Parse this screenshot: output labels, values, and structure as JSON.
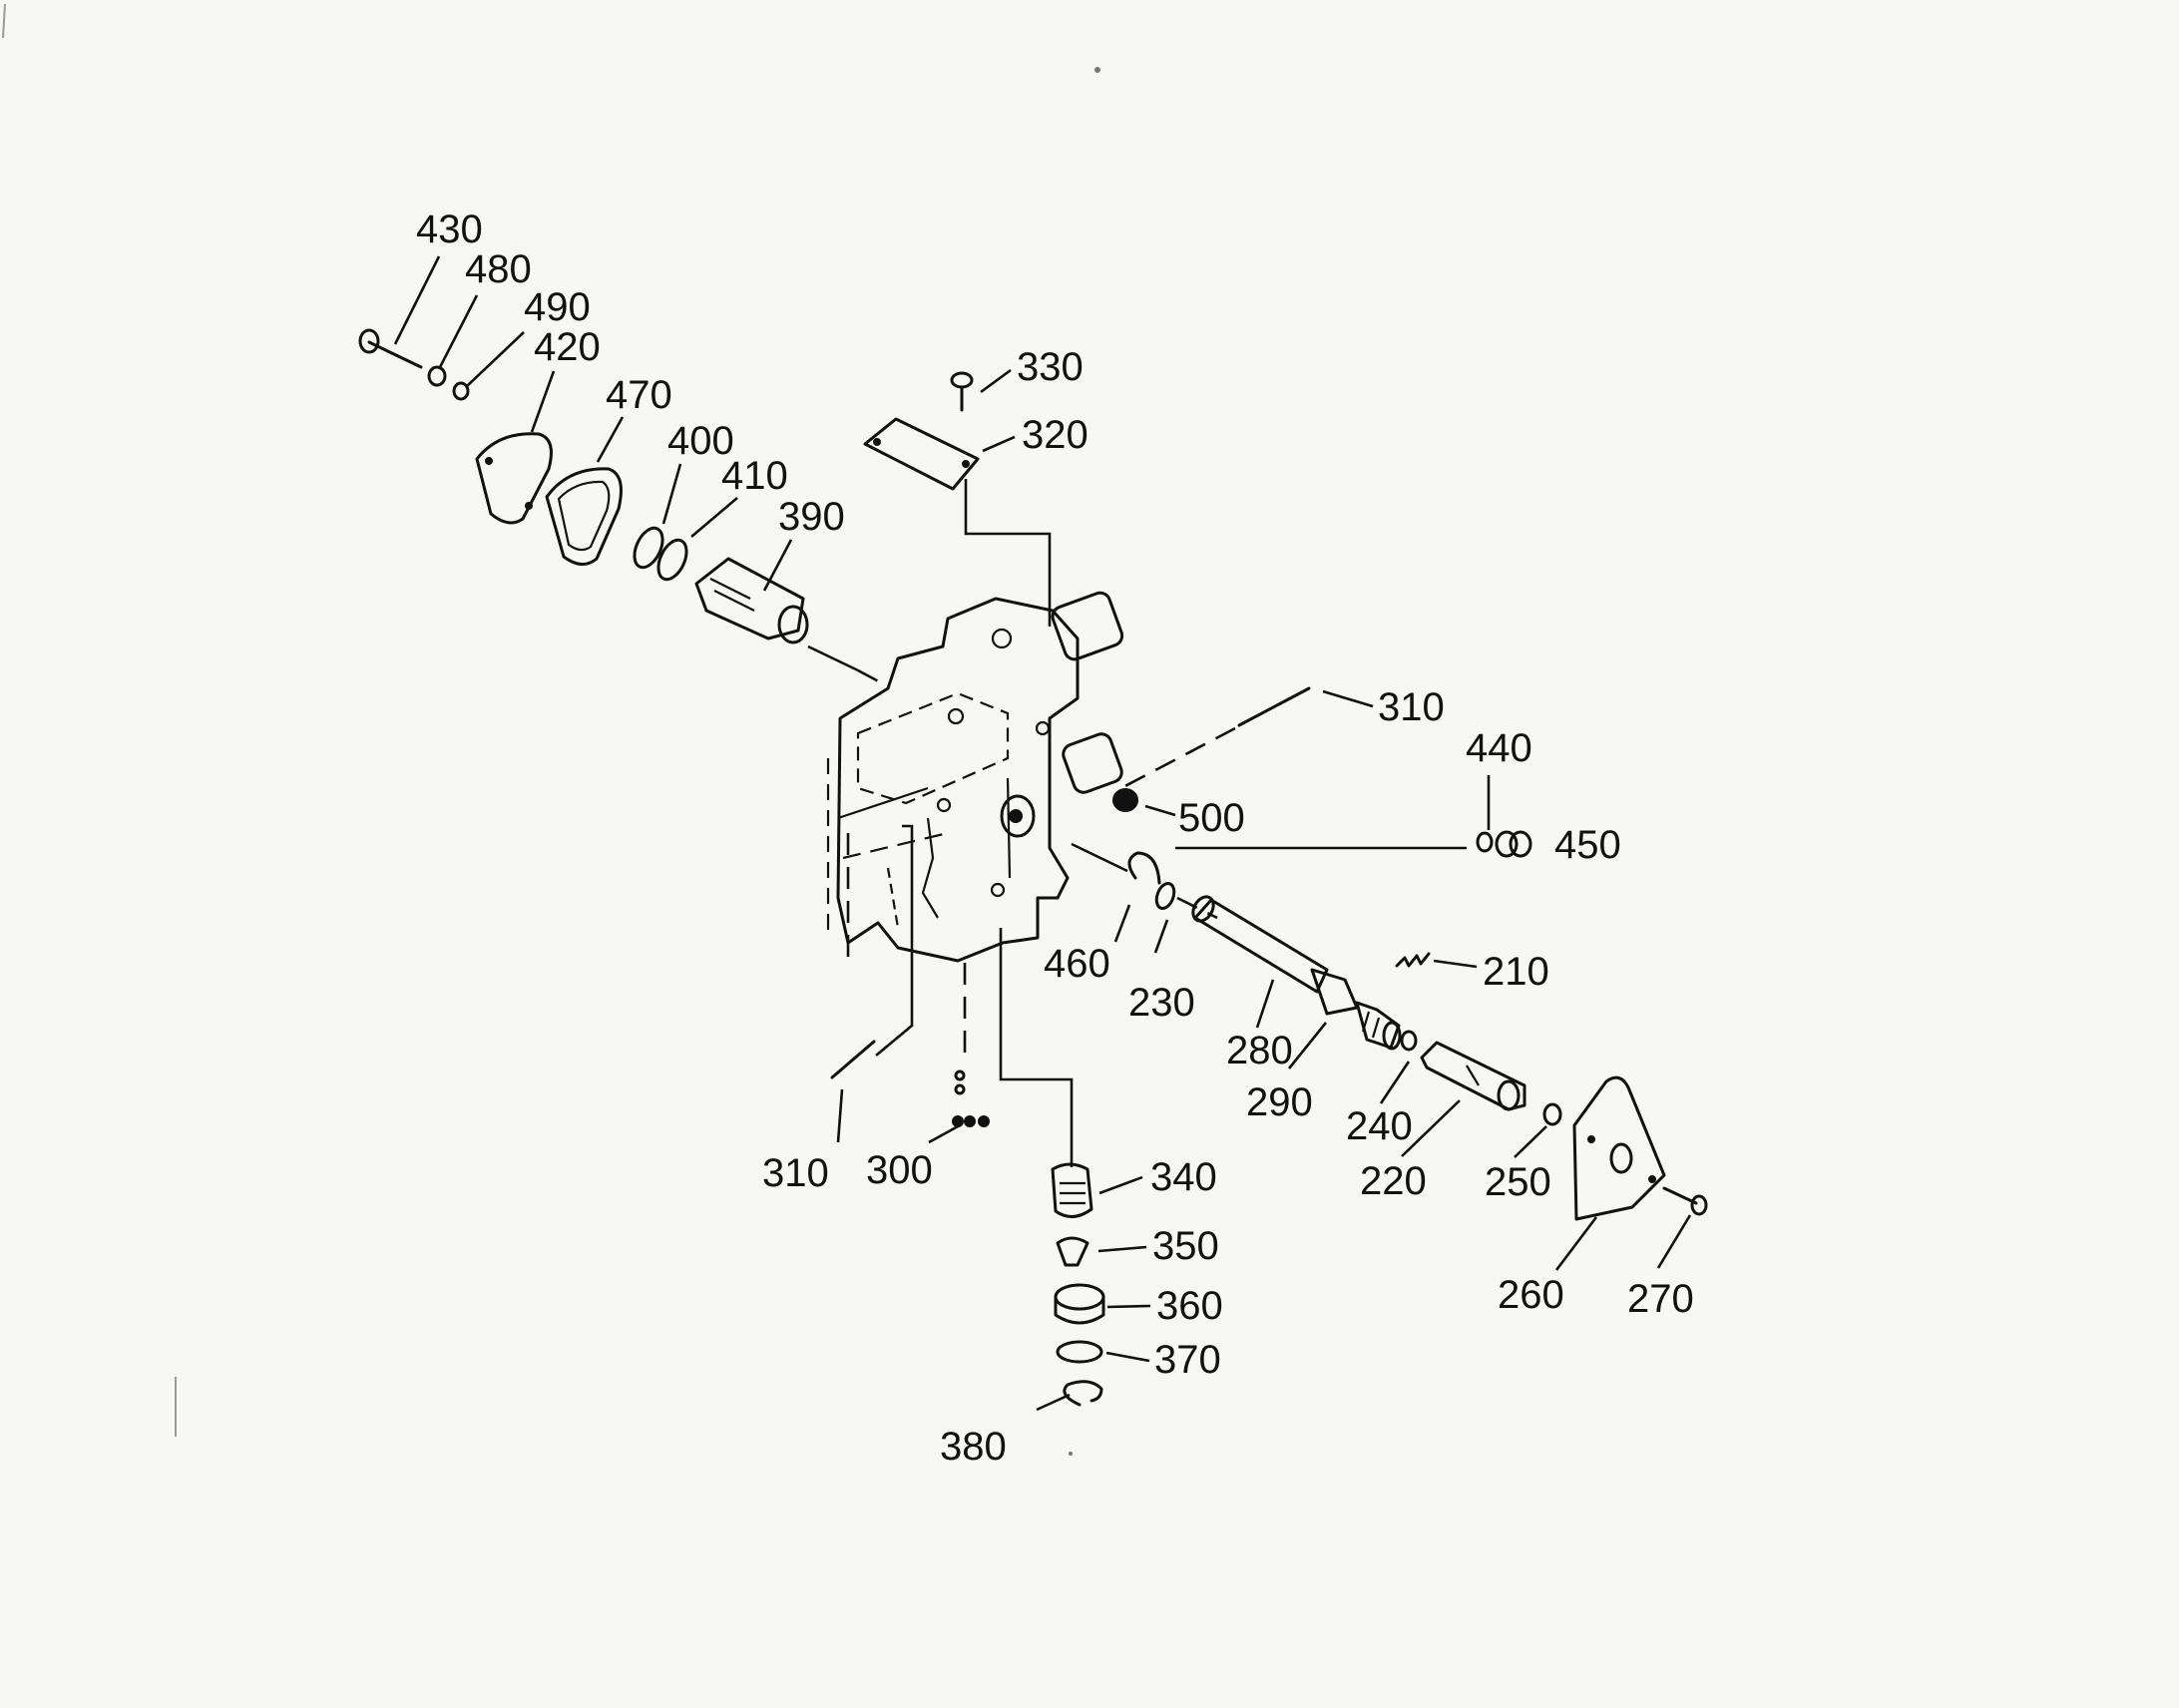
{
  "callouts": {
    "c430": "430",
    "c480": "480",
    "c490": "490",
    "c420": "420",
    "c470": "470",
    "c400": "400",
    "c410": "410",
    "c390": "390",
    "c330": "330",
    "c320": "320",
    "c310a": "310",
    "c310b": "310",
    "c440": "440",
    "c450": "450",
    "c500": "500",
    "c210": "210",
    "c460": "460",
    "c230": "230",
    "c280": "280",
    "c290": "290",
    "c240": "240",
    "c220": "220",
    "c250": "250",
    "c260": "260",
    "c270": "270",
    "c300": "300",
    "c340": "340",
    "c350": "350",
    "c360": "360",
    "c370": "370",
    "c380": "380"
  },
  "colors": {
    "ink": "#111111",
    "paper": "#f7f7f5"
  }
}
